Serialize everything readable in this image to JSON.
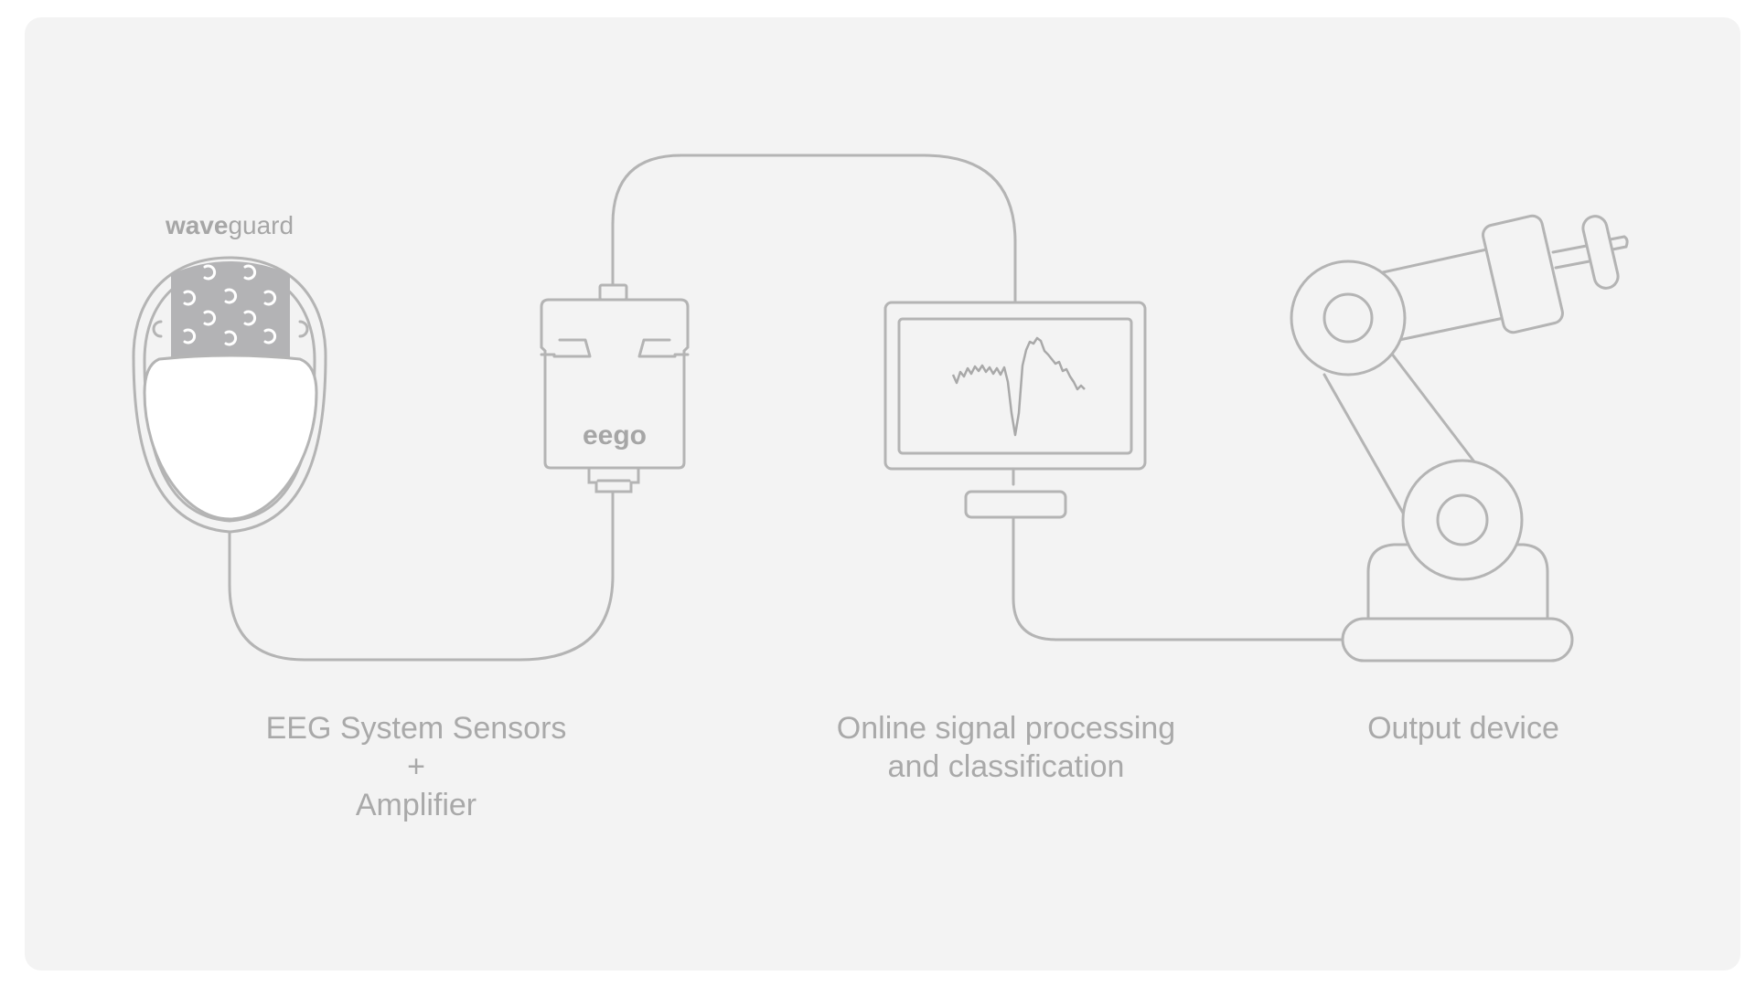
{
  "brands": {
    "cap_bold": "wave",
    "cap_light": "guard",
    "amplifier": "eego"
  },
  "captions": {
    "eeg": {
      "line1": "EEG System Sensors",
      "line2": "+",
      "line3": "Amplifier"
    },
    "processing": {
      "line1": "Online signal processing",
      "line2": "and classification"
    },
    "output": {
      "line1": "Output device"
    }
  },
  "colors": {
    "background": "#f3f3f3",
    "stroke": "#b4b4b4",
    "text": "#a9a9a9",
    "electrode_patch": "#b3b3b5"
  },
  "icons": [
    "eeg-cap-icon",
    "amplifier-icon",
    "monitor-icon",
    "robot-arm-icon"
  ]
}
